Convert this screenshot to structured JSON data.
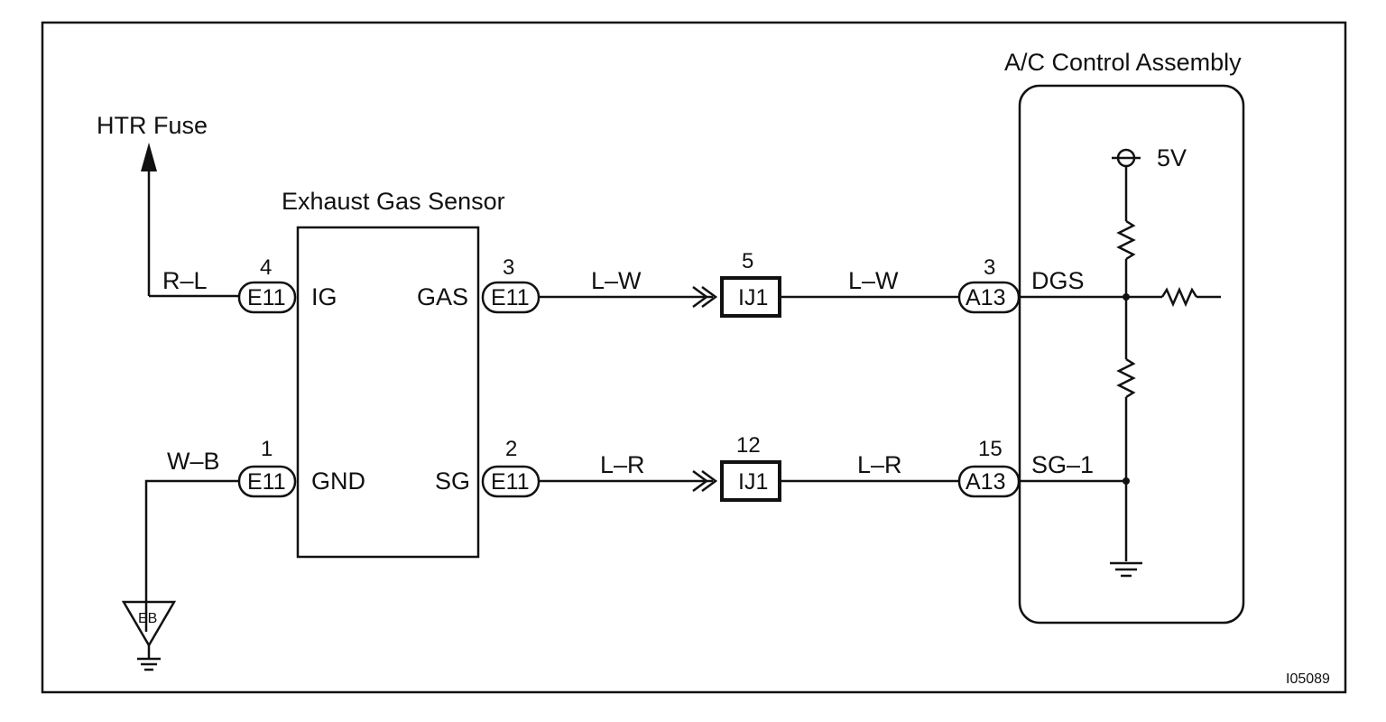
{
  "diagram": {
    "htr_fuse_label": "HTR Fuse",
    "sensor_title": "Exhaust Gas Sensor",
    "ac_title": "A/C Control Assembly",
    "volt_label": "5V",
    "figure_id": "I05089",
    "ground_tag": "EB",
    "sensor_terminals": {
      "ig": "IG",
      "gnd": "GND",
      "gas": "GAS",
      "sg": "SG"
    },
    "ac_terminals": {
      "dgs": "DGS",
      "sg1": "SG–1"
    },
    "wires": {
      "htr": "R–L",
      "ground": "W–B",
      "gas_left": "L–W",
      "gas_right": "L–W",
      "sg_left": "L–R",
      "sg_right": "L–R"
    },
    "connectors": {
      "ig": {
        "code": "E11",
        "pin": "4"
      },
      "gnd": {
        "code": "E11",
        "pin": "1"
      },
      "gas": {
        "code": "E11",
        "pin": "3"
      },
      "sg": {
        "code": "E11",
        "pin": "2"
      },
      "ij_top": {
        "code": "IJ1",
        "pin": "5"
      },
      "ij_bottom": {
        "code": "IJ1",
        "pin": "12"
      },
      "a13_top": {
        "code": "A13",
        "pin": "3"
      },
      "a13_bottom": {
        "code": "A13",
        "pin": "15"
      }
    }
  }
}
